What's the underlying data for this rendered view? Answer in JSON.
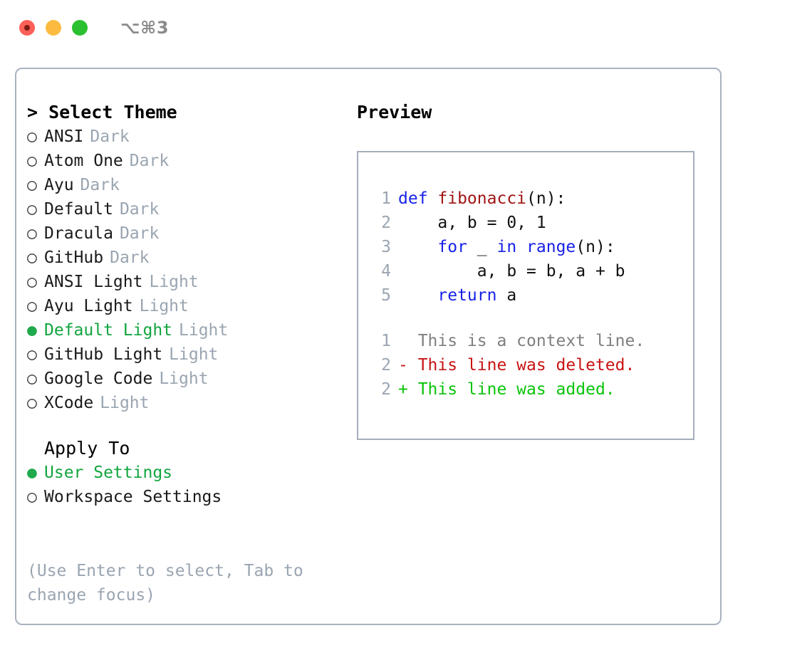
{
  "window": {
    "title": "⌥⌘3",
    "controls": [
      {
        "name": "close",
        "color": "#fc6058"
      },
      {
        "name": "minimize",
        "color": "#fcbb40"
      },
      {
        "name": "zoom",
        "color": "#2ac031"
      }
    ]
  },
  "theme_list": {
    "header": "> Select Theme",
    "items": [
      {
        "bullet": "○",
        "label": "ANSI",
        "tag": "Dark",
        "selected": false
      },
      {
        "bullet": "○",
        "label": "Atom One",
        "tag": "Dark",
        "selected": false
      },
      {
        "bullet": "○",
        "label": "Ayu",
        "tag": "Dark",
        "selected": false
      },
      {
        "bullet": "○",
        "label": "Default",
        "tag": "Dark",
        "selected": false
      },
      {
        "bullet": "○",
        "label": "Dracula",
        "tag": "Dark",
        "selected": false
      },
      {
        "bullet": "○",
        "label": "GitHub",
        "tag": "Dark",
        "selected": false
      },
      {
        "bullet": "○",
        "label": "ANSI Light",
        "tag": "Light",
        "selected": false
      },
      {
        "bullet": "○",
        "label": "Ayu Light",
        "tag": "Light",
        "selected": false
      },
      {
        "bullet": "●",
        "label": "Default Light",
        "tag": "Light",
        "selected": true
      },
      {
        "bullet": "○",
        "label": "GitHub Light",
        "tag": "Light",
        "selected": false
      },
      {
        "bullet": "○",
        "label": "Google Code",
        "tag": "Light",
        "selected": false
      },
      {
        "bullet": "○",
        "label": "XCode",
        "tag": "Light",
        "selected": false
      }
    ]
  },
  "apply_to": {
    "header": "Apply To",
    "items": [
      {
        "bullet": "●",
        "label": "User Settings",
        "selected": true
      },
      {
        "bullet": "○",
        "label": "Workspace Settings",
        "selected": false
      }
    ]
  },
  "hint": "(Use Enter to select, Tab to change focus)",
  "preview": {
    "title": "Preview",
    "code_lines": [
      {
        "num": "1",
        "tokens": [
          {
            "text": "def ",
            "cls": "tok-kw"
          },
          {
            "text": "fibonacci",
            "cls": "tok-fn"
          },
          {
            "text": "(n):",
            "cls": "tok-plain"
          }
        ]
      },
      {
        "num": "2",
        "tokens": [
          {
            "text": "    a, b = 0, 1",
            "cls": "tok-plain"
          }
        ]
      },
      {
        "num": "3",
        "tokens": [
          {
            "text": "    ",
            "cls": "tok-plain"
          },
          {
            "text": "for",
            "cls": "tok-kw"
          },
          {
            "text": " _ ",
            "cls": "tok-plain"
          },
          {
            "text": "in",
            "cls": "tok-kw"
          },
          {
            "text": " ",
            "cls": "tok-plain"
          },
          {
            "text": "range",
            "cls": "tok-kw"
          },
          {
            "text": "(n):",
            "cls": "tok-plain"
          }
        ]
      },
      {
        "num": "4",
        "tokens": [
          {
            "text": "        a, b = b, a + b",
            "cls": "tok-plain"
          }
        ]
      },
      {
        "num": "5",
        "tokens": [
          {
            "text": "    ",
            "cls": "tok-plain"
          },
          {
            "text": "return",
            "cls": "tok-kw"
          },
          {
            "text": " a",
            "cls": "tok-plain"
          }
        ]
      }
    ],
    "diff_lines": [
      {
        "num": "1",
        "tokens": [
          {
            "text": "  This is a context line.",
            "cls": "tok-ctx"
          }
        ]
      },
      {
        "num": "2",
        "tokens": [
          {
            "text": "- This line was deleted.",
            "cls": "tok-del"
          }
        ]
      },
      {
        "num": "2",
        "tokens": [
          {
            "text": "+ This line was added.",
            "cls": "tok-add"
          }
        ]
      }
    ]
  },
  "colors": {
    "accent_green": "#12a53f",
    "muted": "#9aa5b1",
    "border": "#aab2bf",
    "keyword": "#1822e6",
    "function": "#a01616",
    "diff_added": "#0ac40a",
    "diff_deleted": "#c81414"
  }
}
